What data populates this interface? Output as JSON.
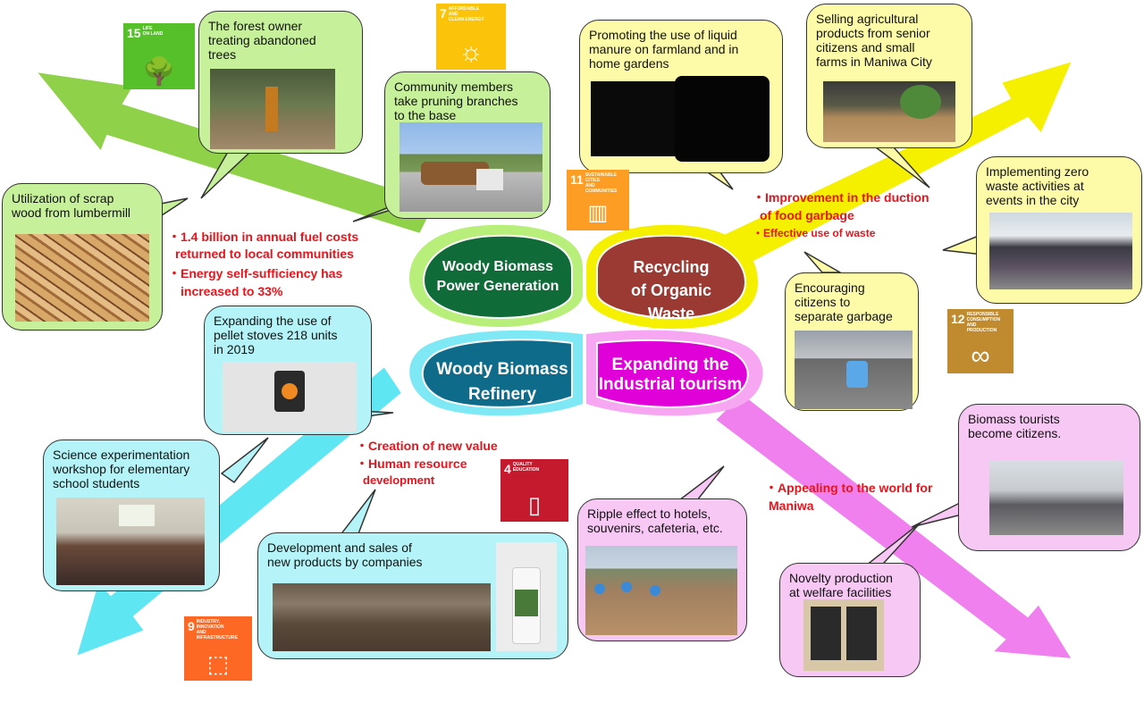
{
  "center": {
    "power": "Woody Biomass\nPower Generation",
    "organic": "Recycling\nof Organic\nWaste",
    "refinery": "Woody Biomass\nRefinery",
    "tourism": "Expanding the\nIndustrial tourism"
  },
  "bubbles": {
    "forest_owner": "The forest owner\ntreating abandoned\ntrees",
    "community": "Community members\ntake pruning branches\nto the base",
    "scrap_wood": "Utilization of scrap\nwood from lumbermill",
    "liquid_manure": "Promoting the use of liquid\nmanure on farmland and in\nhome gardens",
    "selling_agri": "Selling agricultural\nproducts from senior\ncitizens and small\nfarms in Maniwa City",
    "zero_waste": "Implementing zero\nwaste activities at\nevents in the city",
    "separate_garbage": "Encouraging\ncitizens to\nseparate garbage",
    "pellet_stoves": "Expanding the use of\npellet stoves 218 units\nin 2019",
    "science_workshop": "Science experimentation\nworkshop for elementary\nschool students",
    "new_products": "Development and sales of\nnew products by companies",
    "ripple_effect": "Ripple effect to hotels,\nsouvenirs, cafeteria, etc.",
    "biomass_tourists": "Biomass tourists\nbecome citizens.",
    "novelty": "Novelty production\nat welfare facilities"
  },
  "red_text": {
    "fuel_costs_1": "・1.4 billion in annual fuel costs",
    "fuel_costs_2": "returned to local communities",
    "energy_1": "・Energy self-sufficiency has",
    "energy_2": "increased to 33%",
    "food_1": "・Improvement in the  duction",
    "food_2": "of food  garbage",
    "effective": "・Effective use of waste",
    "new_value": "・Creation of new value",
    "human_1": "・Human resource",
    "human_2": "development",
    "appealing_1": "・Appealing to the world for",
    "appealing_2": "Maniwa"
  },
  "sdg": {
    "s15": {
      "num": "15",
      "label": "LIFE\nON LAND",
      "color": "#56c02b",
      "icon": "tree-icon"
    },
    "s7": {
      "num": "7",
      "label": "AFFORDABLE AND\nCLEAN ENERGY",
      "color": "#fcc30b",
      "icon": "sun-power-icon"
    },
    "s11": {
      "num": "11",
      "label": "SUSTAINABLE CITIES\nAND COMMUNITIES",
      "color": "#fd9d24",
      "icon": "city-icon"
    },
    "s12": {
      "num": "12",
      "label": "RESPONSIBLE\nCONSUMPTION\nAND PRODUCTION",
      "color": "#bf8b2e",
      "icon": "infinity-icon"
    },
    "s4": {
      "num": "4",
      "label": "QUALITY\nEDUCATION",
      "color": "#c5192d",
      "icon": "book-pencil-icon"
    },
    "s9": {
      "num": "9",
      "label": "INDUSTRY, INNOVATION\nAND INFRASTRUCTURE",
      "color": "#fd6925",
      "icon": "cubes-icon"
    }
  },
  "colors": {
    "green_arrow": "#8fd24a",
    "yellow_arrow": "#f5f000",
    "cyan_arrow": "#5ee6f2",
    "magenta_arrow": "#f080ee",
    "power_fill": "#0f6b38",
    "organic_fill": "#9b3a32",
    "refinery_fill": "#0f6b8a",
    "tourism_fill": "#e000d8"
  }
}
